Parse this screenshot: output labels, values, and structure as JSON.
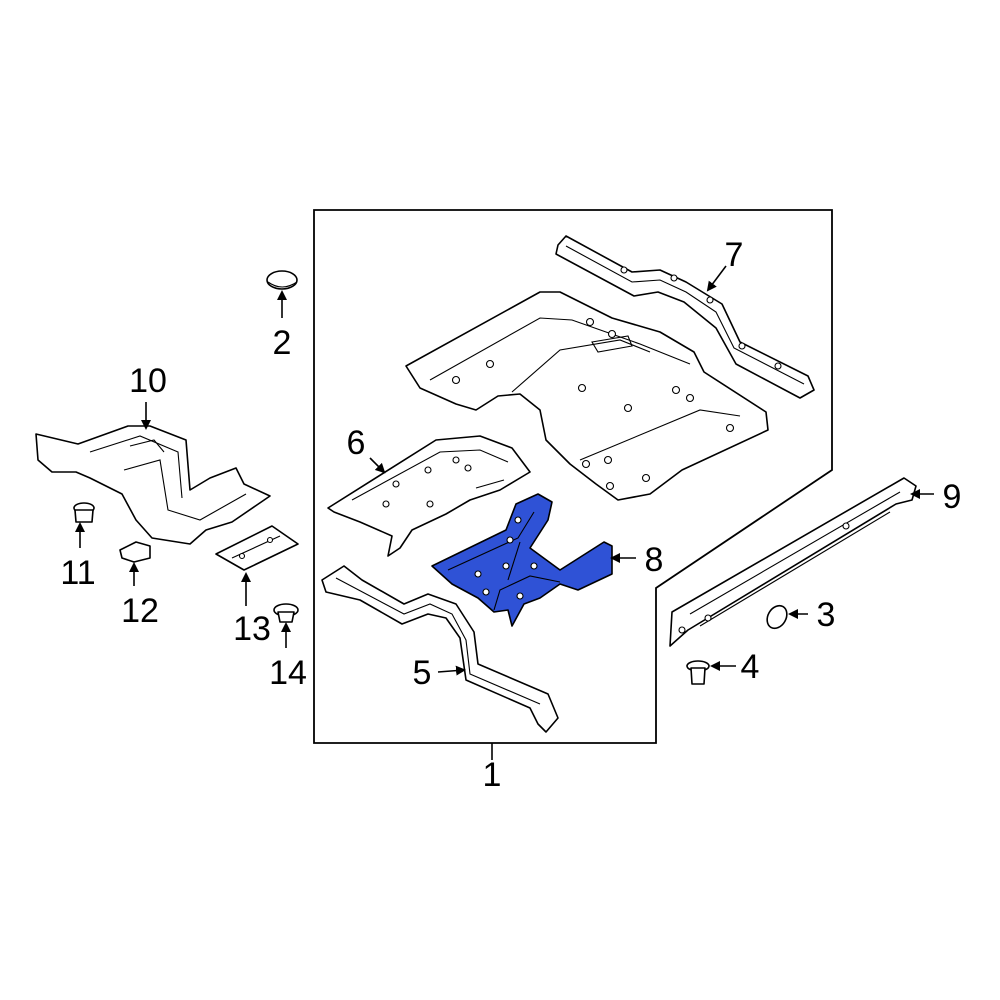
{
  "highlight_color": "#2f52d6",
  "callouts": [
    {
      "id": "1",
      "label": "1"
    },
    {
      "id": "2",
      "label": "2"
    },
    {
      "id": "3",
      "label": "3"
    },
    {
      "id": "4",
      "label": "4"
    },
    {
      "id": "5",
      "label": "5"
    },
    {
      "id": "6",
      "label": "6"
    },
    {
      "id": "7",
      "label": "7"
    },
    {
      "id": "8",
      "label": "8"
    },
    {
      "id": "9",
      "label": "9"
    },
    {
      "id": "10",
      "label": "10"
    },
    {
      "id": "11",
      "label": "11"
    },
    {
      "id": "12",
      "label": "12"
    },
    {
      "id": "13",
      "label": "13"
    },
    {
      "id": "14",
      "label": "14"
    }
  ],
  "highlighted_part": "8"
}
